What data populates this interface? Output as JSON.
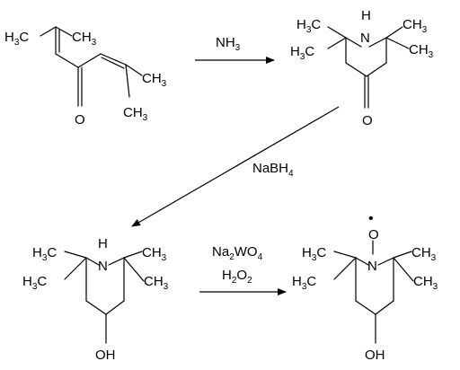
{
  "scheme": {
    "colors": {
      "ink": "#000000",
      "background": "#ffffff"
    },
    "atoms": {
      "ch3": "CH",
      "h3c": "H",
      "h3c_c": "C",
      "sub3": "3",
      "nitrogen": "N",
      "hydrogen": "H",
      "oxygen": "O",
      "oh": "OH",
      "radical_dot": "•"
    },
    "reagents": {
      "step1": {
        "main": "NH",
        "sub": "3"
      },
      "step2": {
        "main": "NaBH",
        "sub": "4"
      },
      "step3a": {
        "p1": "Na",
        "s1": "2",
        "p2": "WO",
        "s2": "4"
      },
      "step3b": {
        "p1": "H",
        "s1": "2",
        "p2": "O",
        "s2": "2"
      }
    }
  }
}
